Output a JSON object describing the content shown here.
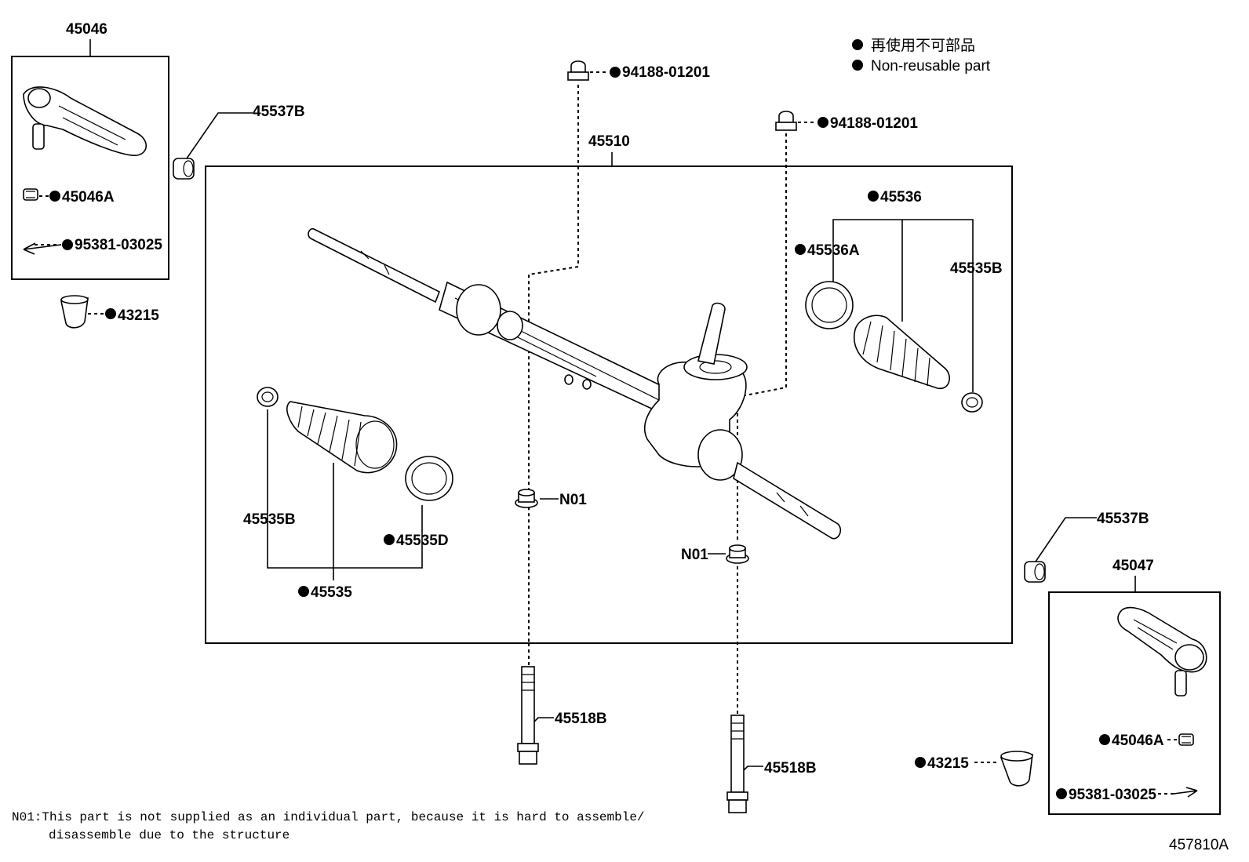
{
  "legend": {
    "line_jp": "再使用不可部品",
    "line_en": "Non-reusable part"
  },
  "labels": {
    "l45046": "45046",
    "l45046a_left": "45046A",
    "l95381_left": "95381-03025",
    "l43215_left": "43215",
    "l45537b_left": "45537B",
    "l94188_left": "94188-01201",
    "l94188_right": "94188-01201",
    "l45510": "45510",
    "l45536": "45536",
    "l45536a": "45536A",
    "l45535b_right": "45535B",
    "l45535b_left": "45535B",
    "l45535d": "45535D",
    "l45535": "45535",
    "l_n01_a": "N01",
    "l_n01_b": "N01",
    "l45518b_a": "45518B",
    "l45518b_b": "45518B",
    "l45537b_right": "45537B",
    "l45047": "45047",
    "l45046a_right": "45046A",
    "l43215_right": "43215",
    "l95381_right": "95381-03025"
  },
  "footnote": {
    "line1": "N01:This part is not supplied as an individual part, because it is hard to assemble/",
    "line2": "disassemble due to the structure"
  },
  "figure_id": "457810A"
}
